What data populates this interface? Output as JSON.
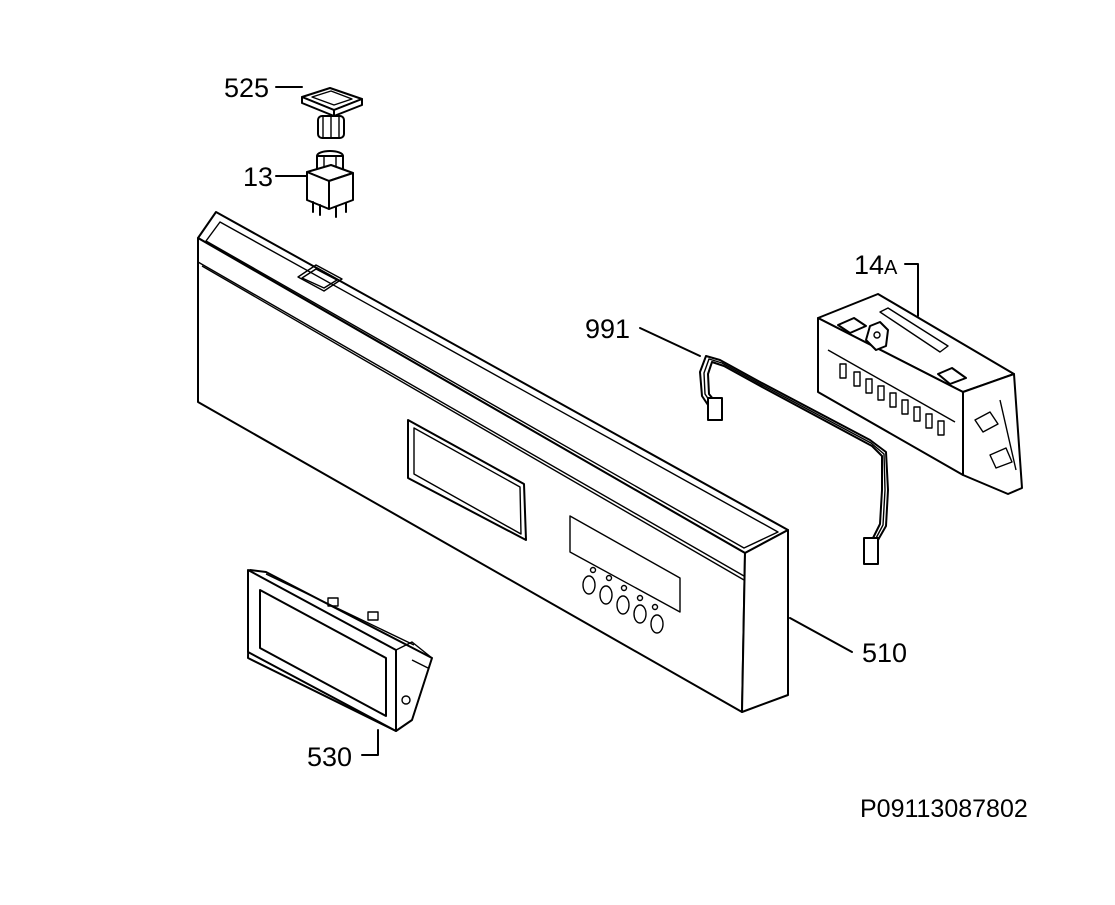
{
  "parts": [
    {
      "id": "525",
      "label": "525",
      "name": "push-button-cap"
    },
    {
      "id": "13",
      "label": "13",
      "name": "push-switch"
    },
    {
      "id": "14A",
      "label_main": "14",
      "label_suffix": "A",
      "name": "electronic-control-module"
    },
    {
      "id": "991",
      "label": "991",
      "name": "wiring-harness"
    },
    {
      "id": "510",
      "label": "510",
      "name": "control-panel"
    },
    {
      "id": "530",
      "label": "530",
      "name": "door-handle"
    }
  ],
  "diagram_code": "P09113087802"
}
